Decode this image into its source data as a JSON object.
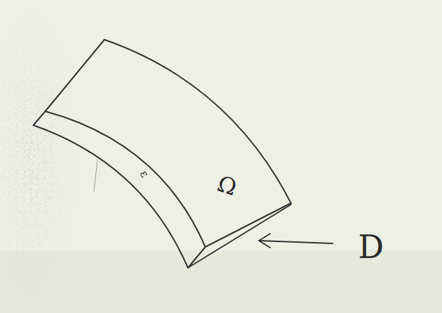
{
  "diagram": {
    "labels": [
      "Ω",
      "ε",
      "D"
    ]
  }
}
